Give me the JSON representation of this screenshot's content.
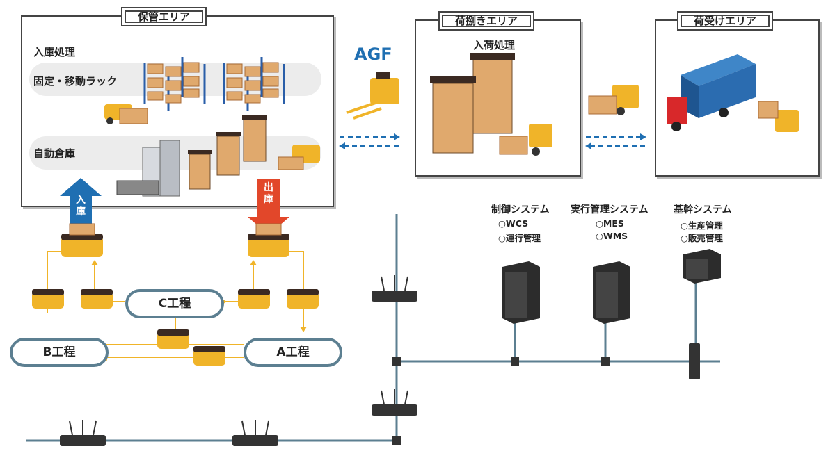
{
  "areas": {
    "storage": {
      "title": "保管エリア"
    },
    "sorting": {
      "title": "荷捌きエリア"
    },
    "receiving": {
      "title": "荷受けエリア"
    }
  },
  "storage": {
    "inbound_process": "入庫処理",
    "fixed_rack": "固定・移動ラック",
    "auto_warehouse": "自動倉庫"
  },
  "sorting": {
    "inbound_process": "入荷処理"
  },
  "agf_label": "AGF",
  "flow": {
    "in_label": "入庫",
    "out_label": "出庫"
  },
  "processes": {
    "a": "A工程",
    "b": "B工程",
    "c": "C工程"
  },
  "systems": [
    {
      "title": "制御システム",
      "items": [
        "○WCS",
        "○運行管理"
      ]
    },
    {
      "title": "実行管理システム",
      "items": [
        "○MES",
        "○WMS"
      ]
    },
    {
      "title": "基幹システム",
      "items": [
        "○生産管理",
        "○販売管理"
      ]
    }
  ],
  "colors": {
    "agv": "#f0b429",
    "agv_dark": "#3b2a22",
    "line": "#5c7f91",
    "accent_blue": "#1f6fb2",
    "in_arrow": "#1f6fb2",
    "out_arrow": "#e2472a",
    "flow_line": "#f0b429"
  }
}
